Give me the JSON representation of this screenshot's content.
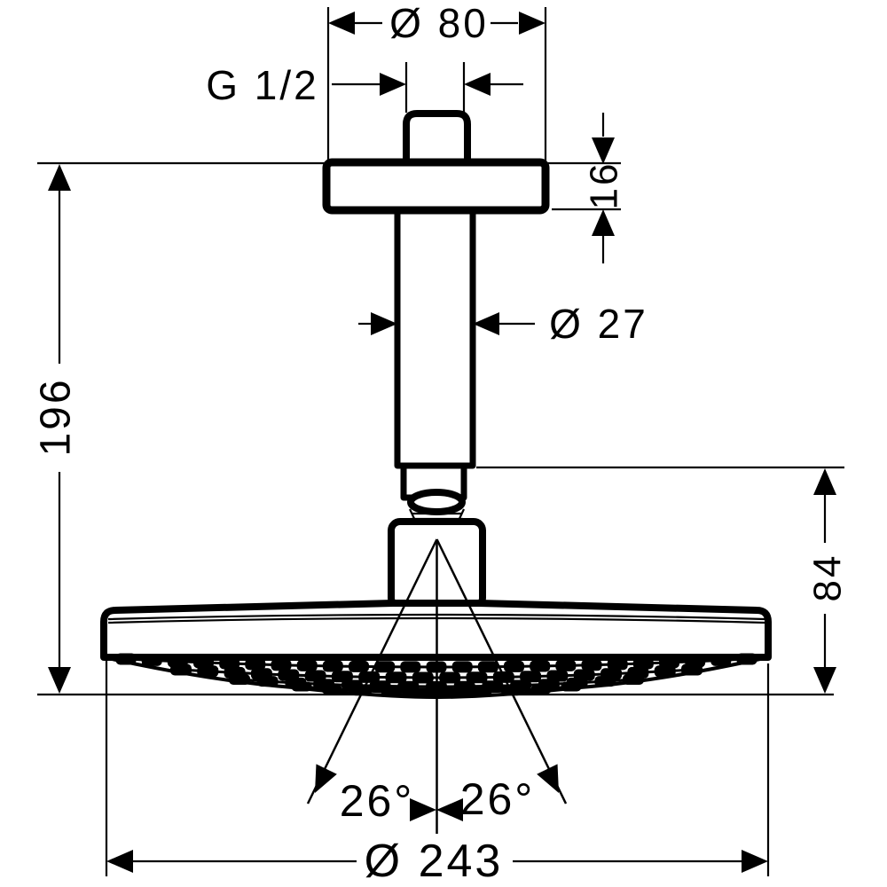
{
  "drawing": {
    "type": "technical-dimension-drawing",
    "subject": "ceiling-mounted overhead shower with arm",
    "labels": {
      "flange_diameter": "Ø 80",
      "thread_size": "G 1/2",
      "flange_thickness": "16",
      "arm_diameter": "Ø 27",
      "overall_height": "196",
      "head_height": "84",
      "spray_angle_left": "26°",
      "spray_angle_right": "26°",
      "head_diameter": "Ø 243"
    },
    "colors": {
      "line": "#000000",
      "background": "#ffffff"
    }
  }
}
